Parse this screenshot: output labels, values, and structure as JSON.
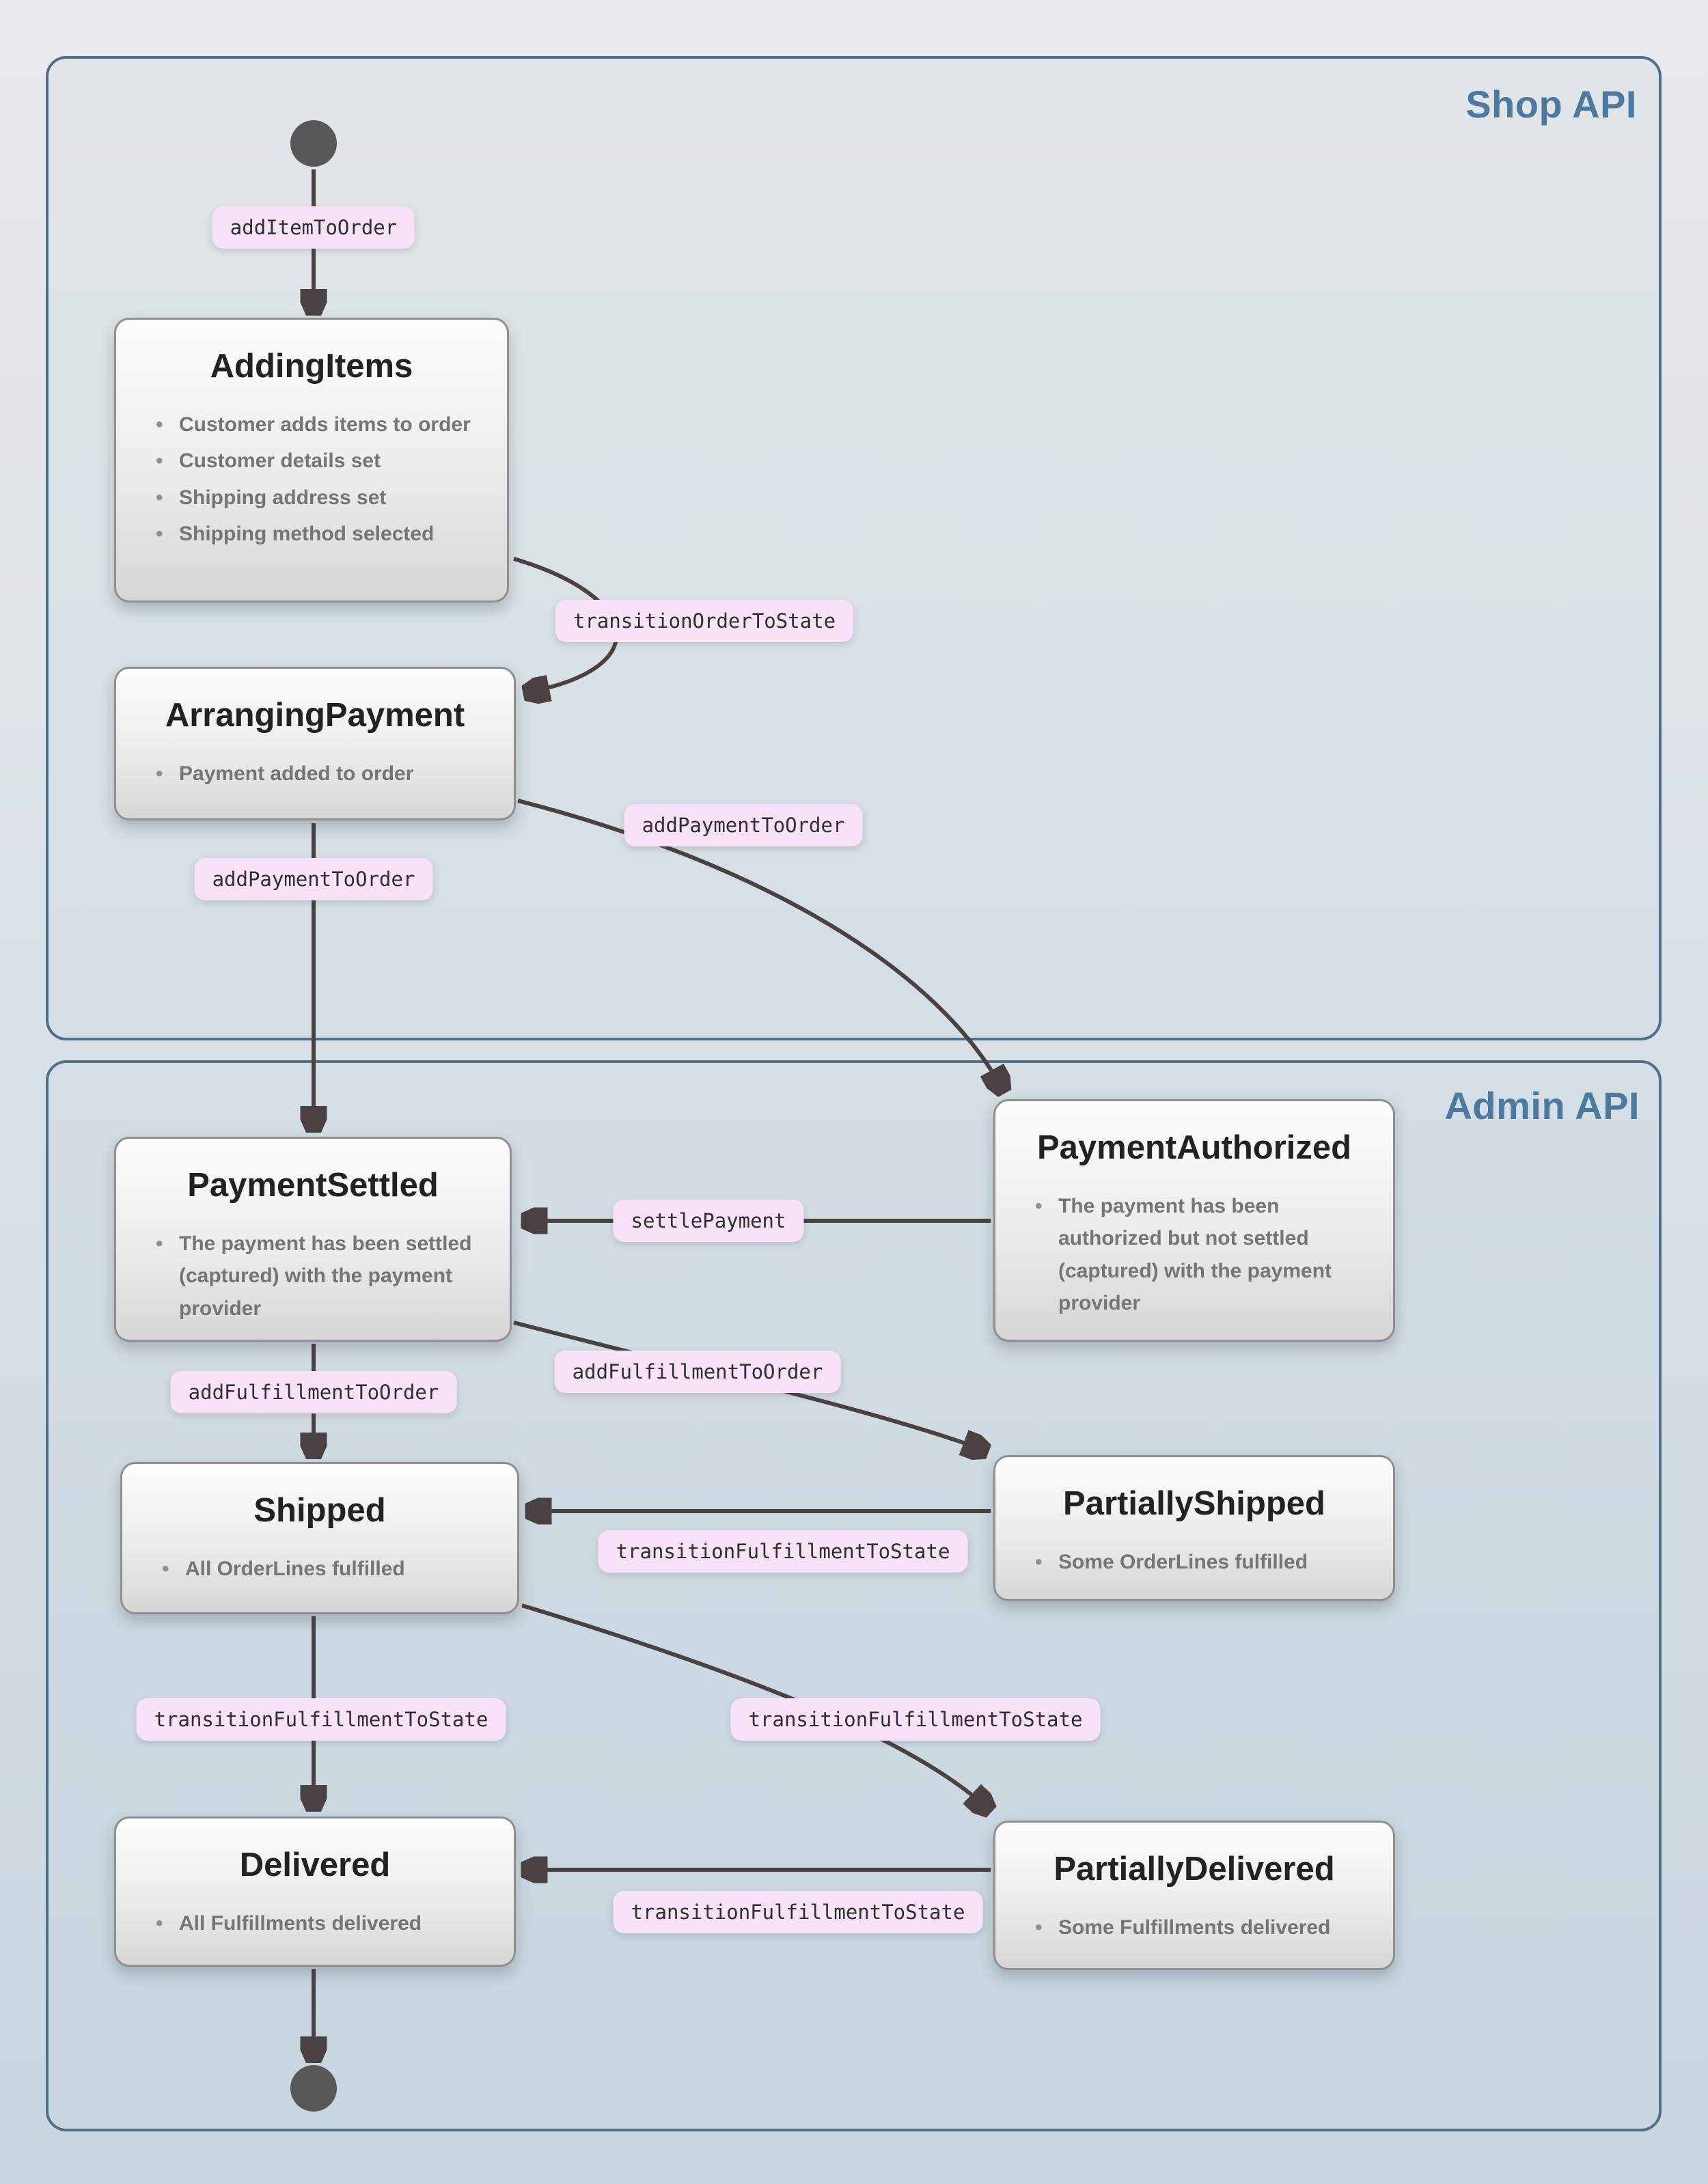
{
  "colors": {
    "section_border": "#4f7089",
    "section_label": "#4b799f",
    "arrow": "#4a4142",
    "pill_background": "#f8e2f8",
    "state_border": "#8f8f8f",
    "state_title_text": "#222222",
    "state_bullet_text": "#757575",
    "terminal_node": "#585858"
  },
  "icons": {
    "initial_state": "filled-circle",
    "final_state": "filled-circle"
  },
  "sections": {
    "shop": {
      "label": "Shop API"
    },
    "admin": {
      "label": "Admin API"
    }
  },
  "states": {
    "adding_items": {
      "title": "AddingItems",
      "bullets": [
        "Customer adds items to order",
        "Customer details set",
        "Shipping address set",
        "Shipping method selected"
      ]
    },
    "arranging_payment": {
      "title": "ArrangingPayment",
      "bullets": [
        "Payment added to order"
      ]
    },
    "payment_settled": {
      "title": "PaymentSettled",
      "bullets": [
        "The payment has been settled (captured) with the payment provider"
      ]
    },
    "payment_authorized": {
      "title": "PaymentAuthorized",
      "bullets": [
        "The payment has been authorized but not settled (captured) with the payment provider"
      ]
    },
    "shipped": {
      "title": "Shipped",
      "bullets": [
        "All OrderLines fulfilled"
      ]
    },
    "partially_shipped": {
      "title": "PartiallyShipped",
      "bullets": [
        "Some OrderLines fulfilled"
      ]
    },
    "delivered": {
      "title": "Delivered",
      "bullets": [
        "All Fulfillments delivered"
      ]
    },
    "partially_delivered": {
      "title": "PartiallyDelivered",
      "bullets": [
        "Some Fulfillments delivered"
      ]
    }
  },
  "edges": {
    "add_item_to_order": {
      "label": "addItemToOrder"
    },
    "transition_order_to_state": {
      "label": "transitionOrderToState"
    },
    "add_payment_to_order_down": {
      "label": "addPaymentToOrder"
    },
    "add_payment_to_order_right": {
      "label": "addPaymentToOrder"
    },
    "settle_payment": {
      "label": "settlePayment"
    },
    "add_fulfillment_to_order_down": {
      "label": "addFulfillmentToOrder"
    },
    "add_fulfillment_to_order_right": {
      "label": "addFulfillmentToOrder"
    },
    "transition_fulfillment_ps_to_shipped": {
      "label": "transitionFulfillmentToState"
    },
    "transition_fulfillment_shipped_to_delivered": {
      "label": "transitionFulfillmentToState"
    },
    "transition_fulfillment_shipped_to_pd": {
      "label": "transitionFulfillmentToState"
    },
    "transition_fulfillment_pd_to_delivered": {
      "label": "transitionFulfillmentToState"
    }
  }
}
